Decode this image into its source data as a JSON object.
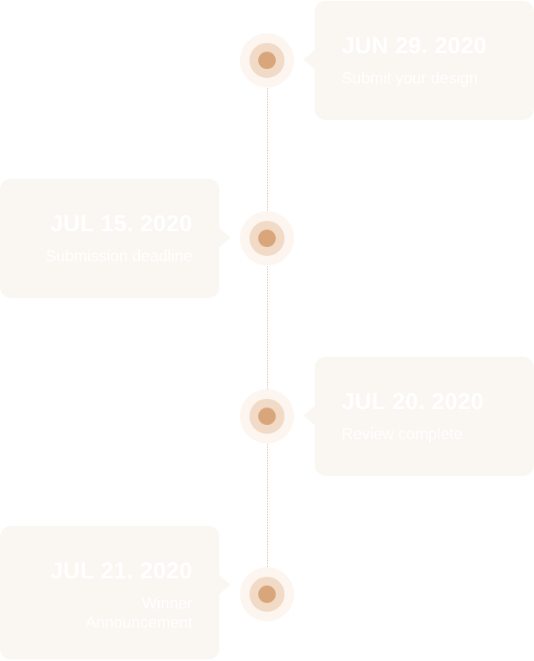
{
  "timeline": {
    "events": [
      {
        "date": "JUN 29. 2020",
        "description": "Submit your design"
      },
      {
        "date": "JUL 15. 2020",
        "description": "Submission deadline"
      },
      {
        "date": "JUL 20. 2020",
        "description": "Review complete"
      },
      {
        "date": "JUL 21. 2020",
        "description": "Winner Announcement"
      }
    ]
  },
  "colors": {
    "card_background": "#faf6f1",
    "dot_outer": "#fdf5ef",
    "dot_middle": "#f1dac6",
    "dot_core": "#d9a67c",
    "line": "#e2bfa0",
    "text": "#ffffff"
  }
}
